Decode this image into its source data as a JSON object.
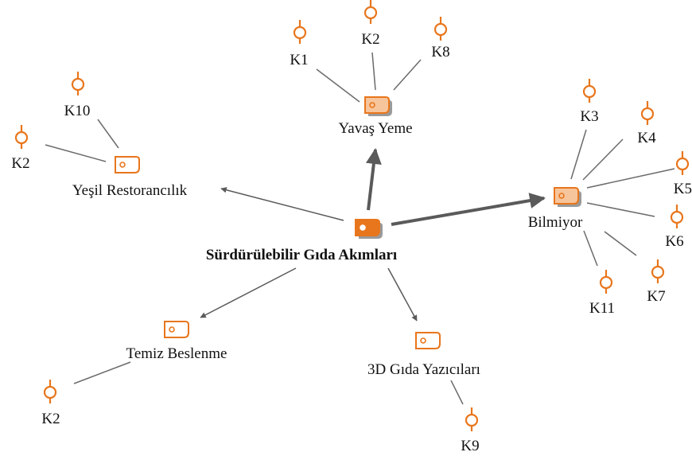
{
  "root": {
    "label": "Sürdürülebilir Gıda Akımları"
  },
  "categories": [
    {
      "id": "yavas",
      "label": "Yavaş Yeme",
      "codes": [
        "K1",
        "K2",
        "K8"
      ]
    },
    {
      "id": "bilmiyor",
      "label": "Bilmiyor",
      "codes": [
        "K3",
        "K4",
        "K5",
        "K6",
        "K7",
        "K11"
      ]
    },
    {
      "id": "yesil",
      "label": "Yeşil Restorancılık",
      "codes": [
        "K10",
        "K2"
      ]
    },
    {
      "id": "temiz",
      "label": "Temiz Beslenme",
      "codes": [
        "K2"
      ]
    },
    {
      "id": "3d",
      "label": "3D Gıda Yazıcıları",
      "codes": [
        "K9"
      ]
    }
  ],
  "colors": {
    "accent": "#e8761c",
    "accent_fill_light": "#f7c59c",
    "edge": "#5a5a5a",
    "link": "#6b6b6b",
    "shadow": "#9a9a9a"
  },
  "icons": {
    "category": "document-tag-icon",
    "code": "lollipop-code-icon"
  }
}
